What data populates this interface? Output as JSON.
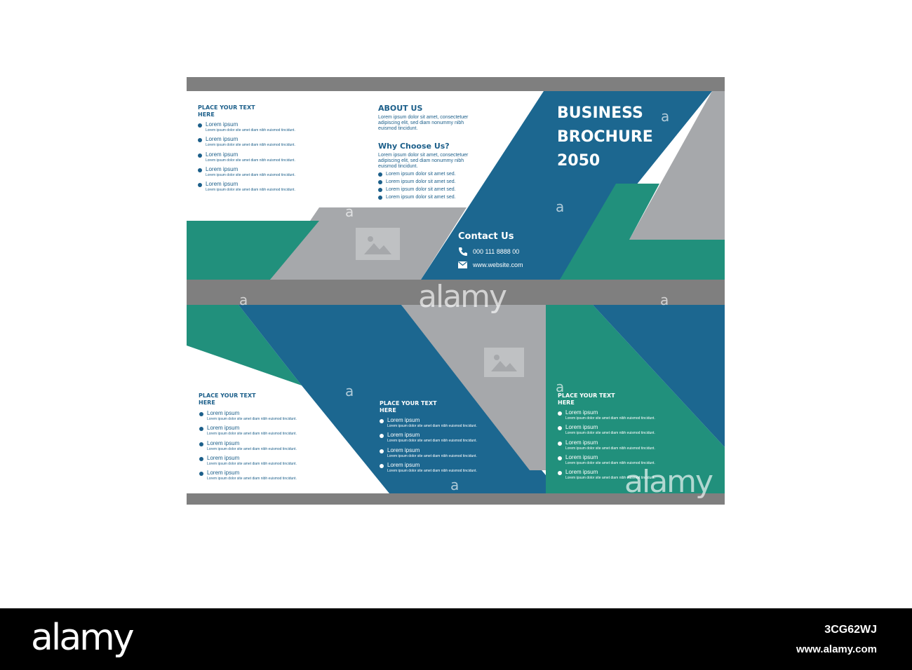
{
  "colors": {
    "blue": "#1c6790",
    "green": "#21907c",
    "gray": "#a6a8ab",
    "bar": "#7f7f7f",
    "text_blue": "#1c5f8a"
  },
  "front": {
    "left_panel": {
      "heading_line1": "PLACE YOUR TEXT",
      "heading_line2": "HERE",
      "items": [
        {
          "title": "Lorem ipsum",
          "sub": "Lorem ipsum dolor site amet diam nibh euismod tincidunt."
        },
        {
          "title": "Lorem ipsum",
          "sub": "Lorem ipsum dolor site amet diam nibh euismod tincidunt."
        },
        {
          "title": "Lorem ipsum",
          "sub": "Lorem ipsum dolor site amet diam nibh euismod tincidunt."
        },
        {
          "title": "Lorem ipsum",
          "sub": "Lorem ipsum dolor site amet diam nibh euismod tincidunt."
        },
        {
          "title": "Lorem ipsum",
          "sub": "Lorem ipsum dolor site amet diam nibh euismod tincidunt."
        }
      ]
    },
    "middle_panel": {
      "about_heading": "ABOUT US",
      "about_text_1": "Lorem ipsum dolor sit amet, consectetuer",
      "about_text_2": "adipiscing elit, sed diam nonummy nibh",
      "about_text_3": "euismod tincidunt.",
      "why_heading": "Why Choose Us?",
      "why_text_1": "Lorem ipsum dolor sit amet, consectetuer",
      "why_text_2": "adipiscing elit, sed diam nonummy nibh",
      "why_text_3": "euismod tincidunt.",
      "bullets": [
        "Lorem ipsum dolor sit amet sed.",
        "Lorem ipsum dolor sit amet sed.",
        "Lorem ipsum dolor sit amet sed.",
        "Lorem ipsum dolor sit amet sed."
      ],
      "contact_heading": "Contact Us",
      "phone": "000 111 8888 00",
      "website": "www.website.com"
    },
    "cover": {
      "title_line1": "BUSINESS",
      "title_line2": "BROCHURE",
      "title_line3": "2050"
    }
  },
  "back": {
    "left_panel": {
      "heading_line1": "PLACE YOUR TEXT",
      "heading_line2": "HERE",
      "items": [
        {
          "title": "Lorem ipsum",
          "sub": "Lorem ipsum dolor site amet diam nibh euismod tincidunt."
        },
        {
          "title": "Lorem ipsum",
          "sub": "Lorem ipsum dolor site amet diam nibh euismod tincidunt."
        },
        {
          "title": "Lorem ipsum",
          "sub": "Lorem ipsum dolor site amet diam nibh euismod tincidunt."
        },
        {
          "title": "Lorem ipsum",
          "sub": "Lorem ipsum dolor site amet diam nibh euismod tincidunt."
        },
        {
          "title": "Lorem ipsum",
          "sub": "Lorem ipsum dolor site amet diam nibh euismod tincidunt."
        }
      ]
    },
    "middle_panel": {
      "heading_line1": "PLACE YOUR TEXT",
      "heading_line2": "HERE",
      "items": [
        {
          "title": "Lorem ipsum",
          "sub": "Lorem ipsum dolor site amet diam nibh euismod tincidunt."
        },
        {
          "title": "Lorem ipsum",
          "sub": "Lorem ipsum dolor site amet diam nibh euismod tincidunt."
        },
        {
          "title": "Lorem ipsum",
          "sub": "Lorem ipsum dolor site amet diam nibh euismod tincidunt."
        },
        {
          "title": "Lorem ipsum",
          "sub": "Lorem ipsum dolor site amet diam nibh euismod tincidunt."
        }
      ]
    },
    "right_panel": {
      "heading_line1": "PLACE YOUR TEXT",
      "heading_line2": "HERE",
      "items": [
        {
          "title": "Lorem ipsum",
          "sub": "Lorem ipsum dolor site amet diam nibh euismod tincidunt."
        },
        {
          "title": "Lorem ipsum",
          "sub": "Lorem ipsum dolor site amet diam nibh euismod tincidunt."
        },
        {
          "title": "Lorem ipsum",
          "sub": "Lorem ipsum dolor site amet diam nibh euismod tincidunt."
        },
        {
          "title": "Lorem ipsum",
          "sub": "Lorem ipsum dolor site amet diam nibh euismod tincidunt."
        },
        {
          "title": "Lorem ipsum",
          "sub": "Lorem ipsum dolor site amet diam nibh euismod tincidunt."
        }
      ]
    }
  },
  "watermark": {
    "text": "alamy",
    "mark": "a"
  },
  "footer": {
    "logo": "alamy",
    "image_id": "3CG62WJ",
    "url": "www.alamy.com"
  },
  "icons": {
    "image_placeholder": "image-placeholder-icon",
    "phone": "phone-icon",
    "mail": "mail-icon"
  }
}
